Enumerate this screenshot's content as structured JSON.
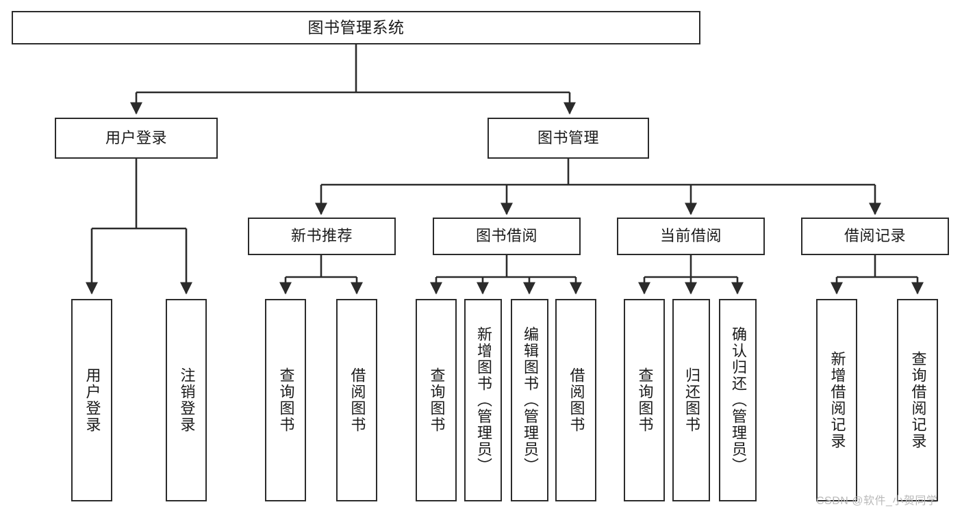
{
  "diagram": {
    "title": "图书管理系统",
    "type": "tree-structure-chart",
    "orientation": "top-down",
    "box_fill": "#ffffff",
    "box_stroke": "#2b2b2b",
    "text_color": "#1a1a1a"
  },
  "root": {
    "label": "图书管理系统"
  },
  "level1": [
    {
      "label": "用户登录"
    },
    {
      "label": "图书管理"
    }
  ],
  "level2": [
    {
      "label": "新书推荐"
    },
    {
      "label": "图书借阅"
    },
    {
      "label": "当前借阅"
    },
    {
      "label": "借阅记录"
    }
  ],
  "leaves": {
    "user_login": [
      {
        "label": "用户登录"
      },
      {
        "label": "注销登录"
      }
    ],
    "new_book_recommend": [
      {
        "label": "查询图书"
      },
      {
        "label": "借阅图书"
      }
    ],
    "book_borrow": [
      {
        "label": "查询图书"
      },
      {
        "label": "新增图书（管理员）"
      },
      {
        "label": "编辑图书（管理员）"
      },
      {
        "label": "借阅图书"
      }
    ],
    "current_borrow": [
      {
        "label": "查询图书"
      },
      {
        "label": "归还图书"
      },
      {
        "label": "确认归还（管理员）"
      }
    ],
    "borrow_record": [
      {
        "label": "新增借阅记录"
      },
      {
        "label": "查询借阅记录"
      }
    ]
  },
  "watermark": {
    "text": "CSDN @软件_小贺同学"
  }
}
